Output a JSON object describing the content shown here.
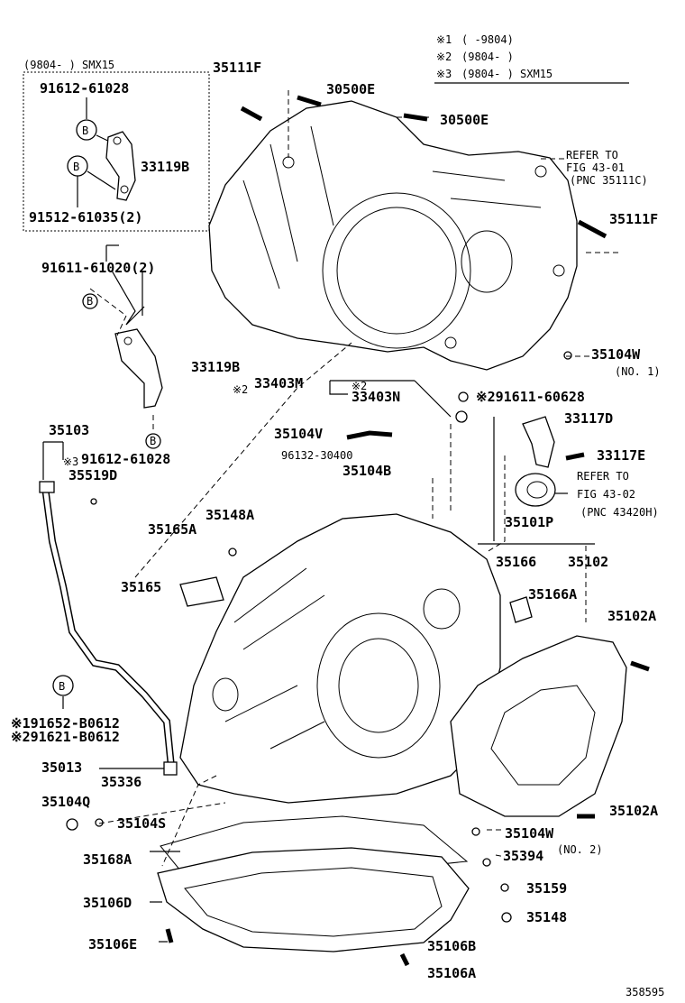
{
  "figure_id": "358595",
  "notes": [
    {
      "mark": "※1",
      "text": "(      -9804)"
    },
    {
      "mark": "※2",
      "text": "(9804-       )"
    },
    {
      "mark": "※3",
      "text": "(9804-       ) SXM15"
    }
  ],
  "inset": {
    "title": "(9804-       ) SMX15",
    "parts": [
      "91612-61028",
      "33119B",
      "91512-61035(2)"
    ],
    "bolt_marker": "B"
  },
  "refer_to_1": {
    "line1": "REFER TO",
    "line2": "FIG 43-01",
    "line3": "(PNC 35111C)"
  },
  "refer_to_2": {
    "line1": "REFER TO",
    "line2": "FIG 43-02",
    "line3": "(PNC 43420H)"
  },
  "parts": {
    "p35111F_top": "35111F",
    "p30500E_a": "30500E",
    "p30500E_b": "30500E",
    "p35111F_right": "35111F",
    "p91611_61020": "91611-61020(2)",
    "p33119B": "33119B",
    "p35104W_1": "35104W",
    "no1": "(NO. 1)",
    "star2_a": "※2",
    "p33403M": "33403M",
    "star2_b": "※2",
    "p33403N": "33403N",
    "p91611_60628": "※291611-60628",
    "p35103": "35103",
    "p33117D": "33117D",
    "p35104V": "35104V",
    "p96132": "96132-30400",
    "p33117E": "33117E",
    "star3": "※3",
    "p35519D": "35519D",
    "p35104B": "35104B",
    "p91612_61028": "91612-61028",
    "p35101P": "35101P",
    "p35148A": "35148A",
    "p35165A": "35165A",
    "p35166": "35166",
    "p35102": "35102",
    "p35165": "35165",
    "p35166A": "35166A",
    "p35102A_a": "35102A",
    "p91652": "※191652-B0612",
    "p91621": "※291621-B0612",
    "p35013": "35013",
    "p35336": "35336",
    "p35104Q": "35104Q",
    "p35104S": "35104S",
    "p35102A_b": "35102A",
    "p35104W_2": "35104W",
    "p35168A": "35168A",
    "p35394": "35394",
    "no2": "(NO. 2)",
    "p35106D": "35106D",
    "p35159": "35159",
    "p35148": "35148",
    "p35106E": "35106E",
    "p35106B": "35106B",
    "p35106A": "35106A"
  }
}
